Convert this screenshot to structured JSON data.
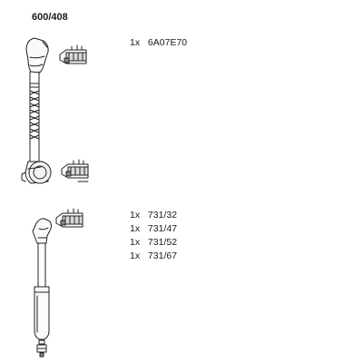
{
  "header": {
    "kit_number": "600/408"
  },
  "group1": {
    "parts": [
      {
        "qty": "1x",
        "code": "6A07E70"
      }
    ]
  },
  "group2": {
    "parts": [
      {
        "qty": "1x",
        "code": "731/32"
      },
      {
        "qty": "1x",
        "code": "731/47"
      },
      {
        "qty": "1x",
        "code": "731/52"
      },
      {
        "qty": "1x",
        "code": "731/67"
      }
    ]
  }
}
